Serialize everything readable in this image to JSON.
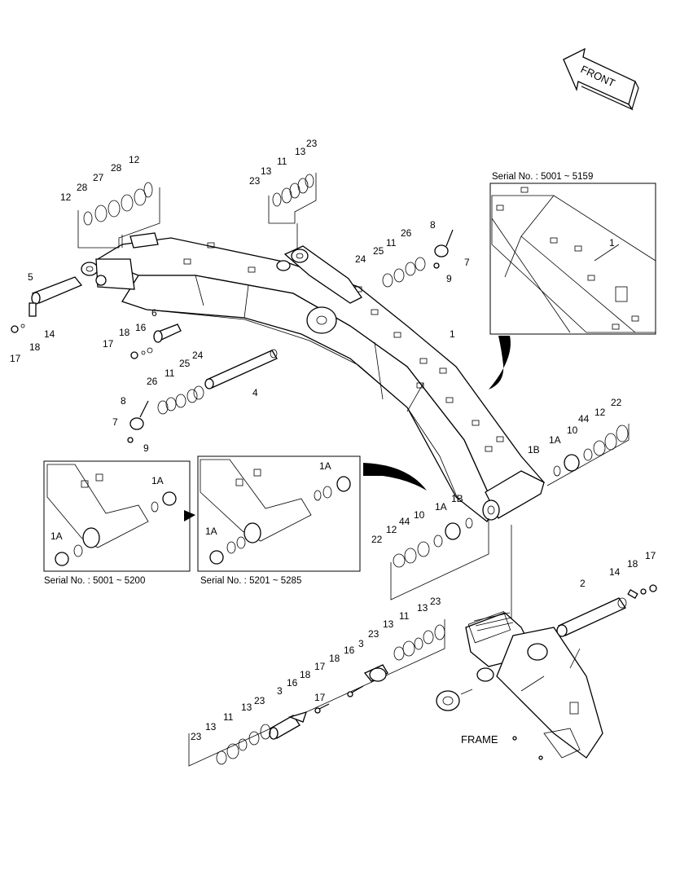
{
  "front_label": "FRONT",
  "frame_label": "FRAME",
  "inset_boom": {
    "caption": "Serial No. : 5001 ~ 5159",
    "part": "1"
  },
  "inset_a": {
    "caption": "Serial No. : 5001 ~ 5200",
    "top_label": "1A",
    "bottom_label": "1A"
  },
  "inset_b": {
    "caption": "Serial No. : 5201 ~ 5285",
    "top_label": "1A",
    "bottom_label": "1A"
  },
  "callouts": [
    "12",
    "28",
    "27",
    "28",
    "12",
    "23",
    "13",
    "11",
    "13",
    "23",
    "5",
    "17",
    "18",
    "14",
    "6",
    "18",
    "16",
    "17",
    "4",
    "26",
    "11",
    "25",
    "24",
    "8",
    "7",
    "9",
    "24",
    "25",
    "11",
    "26",
    "8",
    "7",
    "9",
    "1",
    "1B",
    "1A",
    "10",
    "44",
    "12",
    "22",
    "22",
    "12",
    "44",
    "10",
    "1A",
    "1B",
    "2",
    "14",
    "18",
    "17",
    "23",
    "13",
    "11",
    "13",
    "23",
    "3",
    "16",
    "18",
    "17",
    "23",
    "13",
    "11",
    "13",
    "23",
    "3",
    "16",
    "18",
    "17"
  ]
}
